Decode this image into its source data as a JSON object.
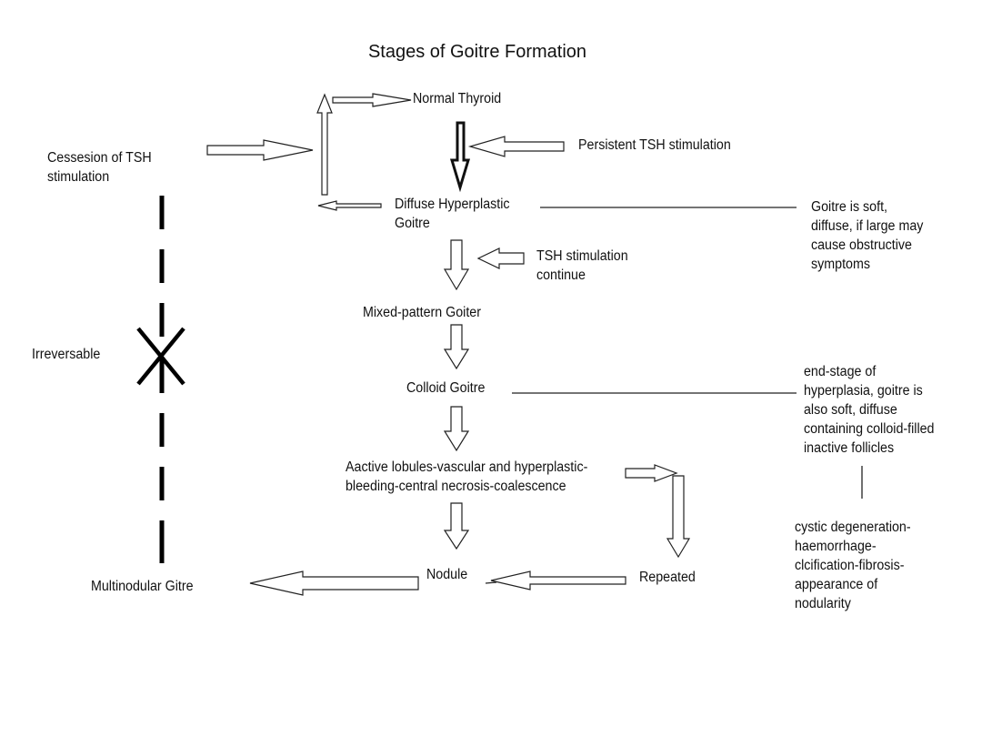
{
  "title": "Stages of Goitre Formation",
  "stages": {
    "normal_thyroid": "Normal Thyroid",
    "diffuse_hyperplastic": [
      "Diffuse Hyperplastic",
      "Goitre"
    ],
    "mixed_pattern": "Mixed-pattern Goiter",
    "colloid": "Colloid Goitre",
    "active_lobules": [
      "Aactive lobules-vascular and hyperplastic-",
      "bleeding-central necrosis-coalescence"
    ],
    "nodule": "Nodule",
    "repeated": "Repeated",
    "multinodular": "Multinodular Gitre"
  },
  "inputs": {
    "cessation": [
      "Cessesion of TSH",
      "stimulation"
    ],
    "persistent": "Persistent TSH stimulation",
    "tsh_continue": [
      "TSH stimulation",
      "continue"
    ],
    "irreversible": "Irreversable"
  },
  "notes": {
    "diffuse_note": [
      "Goitre is soft,",
      "diffuse, if large may",
      "cause obstructive",
      "symptoms"
    ],
    "colloid_note": [
      "end-stage of",
      "hyperplasia, goitre is",
      "also soft, diffuse",
      "containing colloid-filled",
      "inactive follicles"
    ],
    "nodularity_note": [
      "cystic degeneration-",
      "haemorrhage-",
      "clcification-fibrosis-",
      "appearance of",
      "nodularity"
    ]
  }
}
